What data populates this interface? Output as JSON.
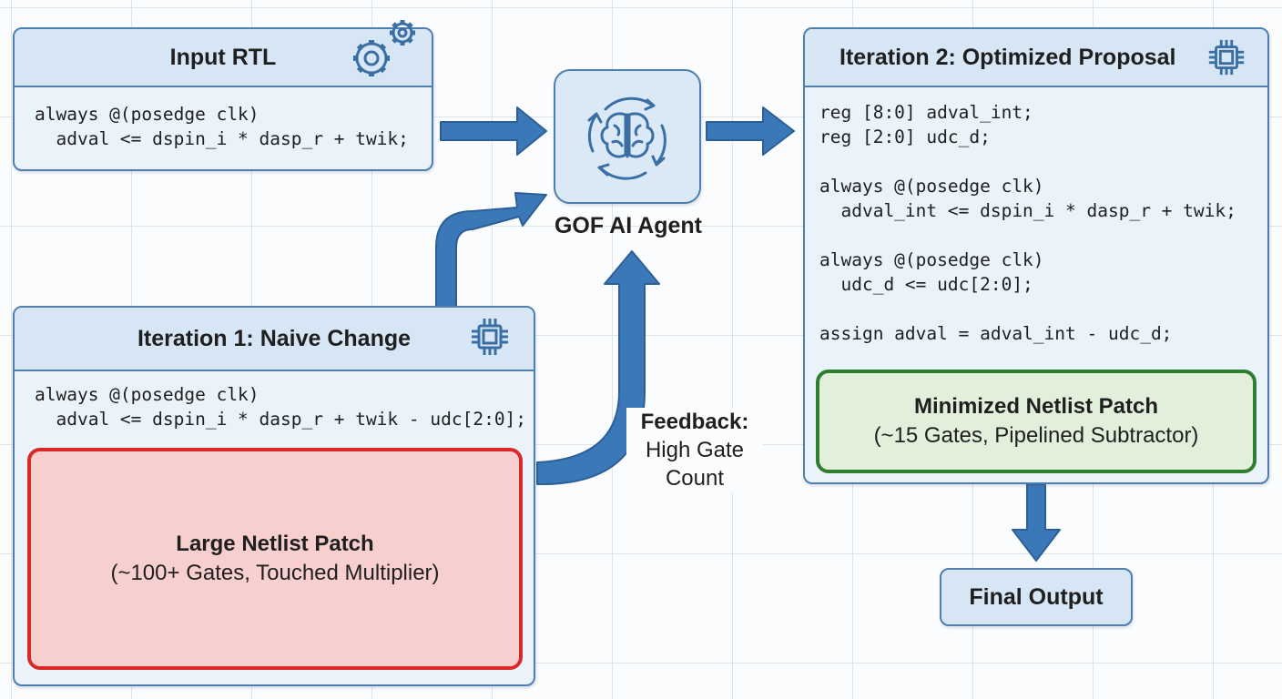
{
  "input_rtl": {
    "title": "Input RTL",
    "icon": "gears-icon",
    "code": "always @(posedge clk)\n  adval <= dspin_i * dasp_r + twik;"
  },
  "agent": {
    "label": "GOF AI Agent",
    "icon": "brain-cycle-icon"
  },
  "iteration1": {
    "title": "Iteration 1: Naive Change",
    "icon": "chip-icon",
    "code": "always @(posedge clk)\n  adval <= dspin_i * dasp_r + twik - udc[2:0];",
    "patch": {
      "title": "Large Netlist Patch",
      "subtitle": "(~100+ Gates, Touched Multiplier)"
    }
  },
  "feedback": {
    "title": "Feedback:",
    "line1": "High Gate",
    "line2": "Count"
  },
  "iteration2": {
    "title": "Iteration 2: Optimized Proposal",
    "icon": "chip-icon",
    "code": "reg [8:0] adval_int;\nreg [2:0] udc_d;\n\nalways @(posedge clk)\n  adval_int <= dspin_i * dasp_r + twik;\n\nalways @(posedge clk)\n  udc_d <= udc[2:0];\n\nassign adval = adval_int - udc_d;",
    "patch": {
      "title": "Minimized Netlist Patch",
      "subtitle": "(~15 Gates, Pipelined Subtractor)"
    }
  },
  "final_output": {
    "label": "Final Output"
  },
  "colors": {
    "arrow": "#3b78b8",
    "arrow_outline": "#2b5f96",
    "box_border": "#4f7fae",
    "box_fill": "#eaf2fa",
    "header_fill": "#d6e6f5",
    "bad_patch_fill": "#f7cfcf",
    "bad_patch_border": "#d92828",
    "good_patch_fill": "#e2efdb",
    "good_patch_border": "#2f7d2f"
  }
}
